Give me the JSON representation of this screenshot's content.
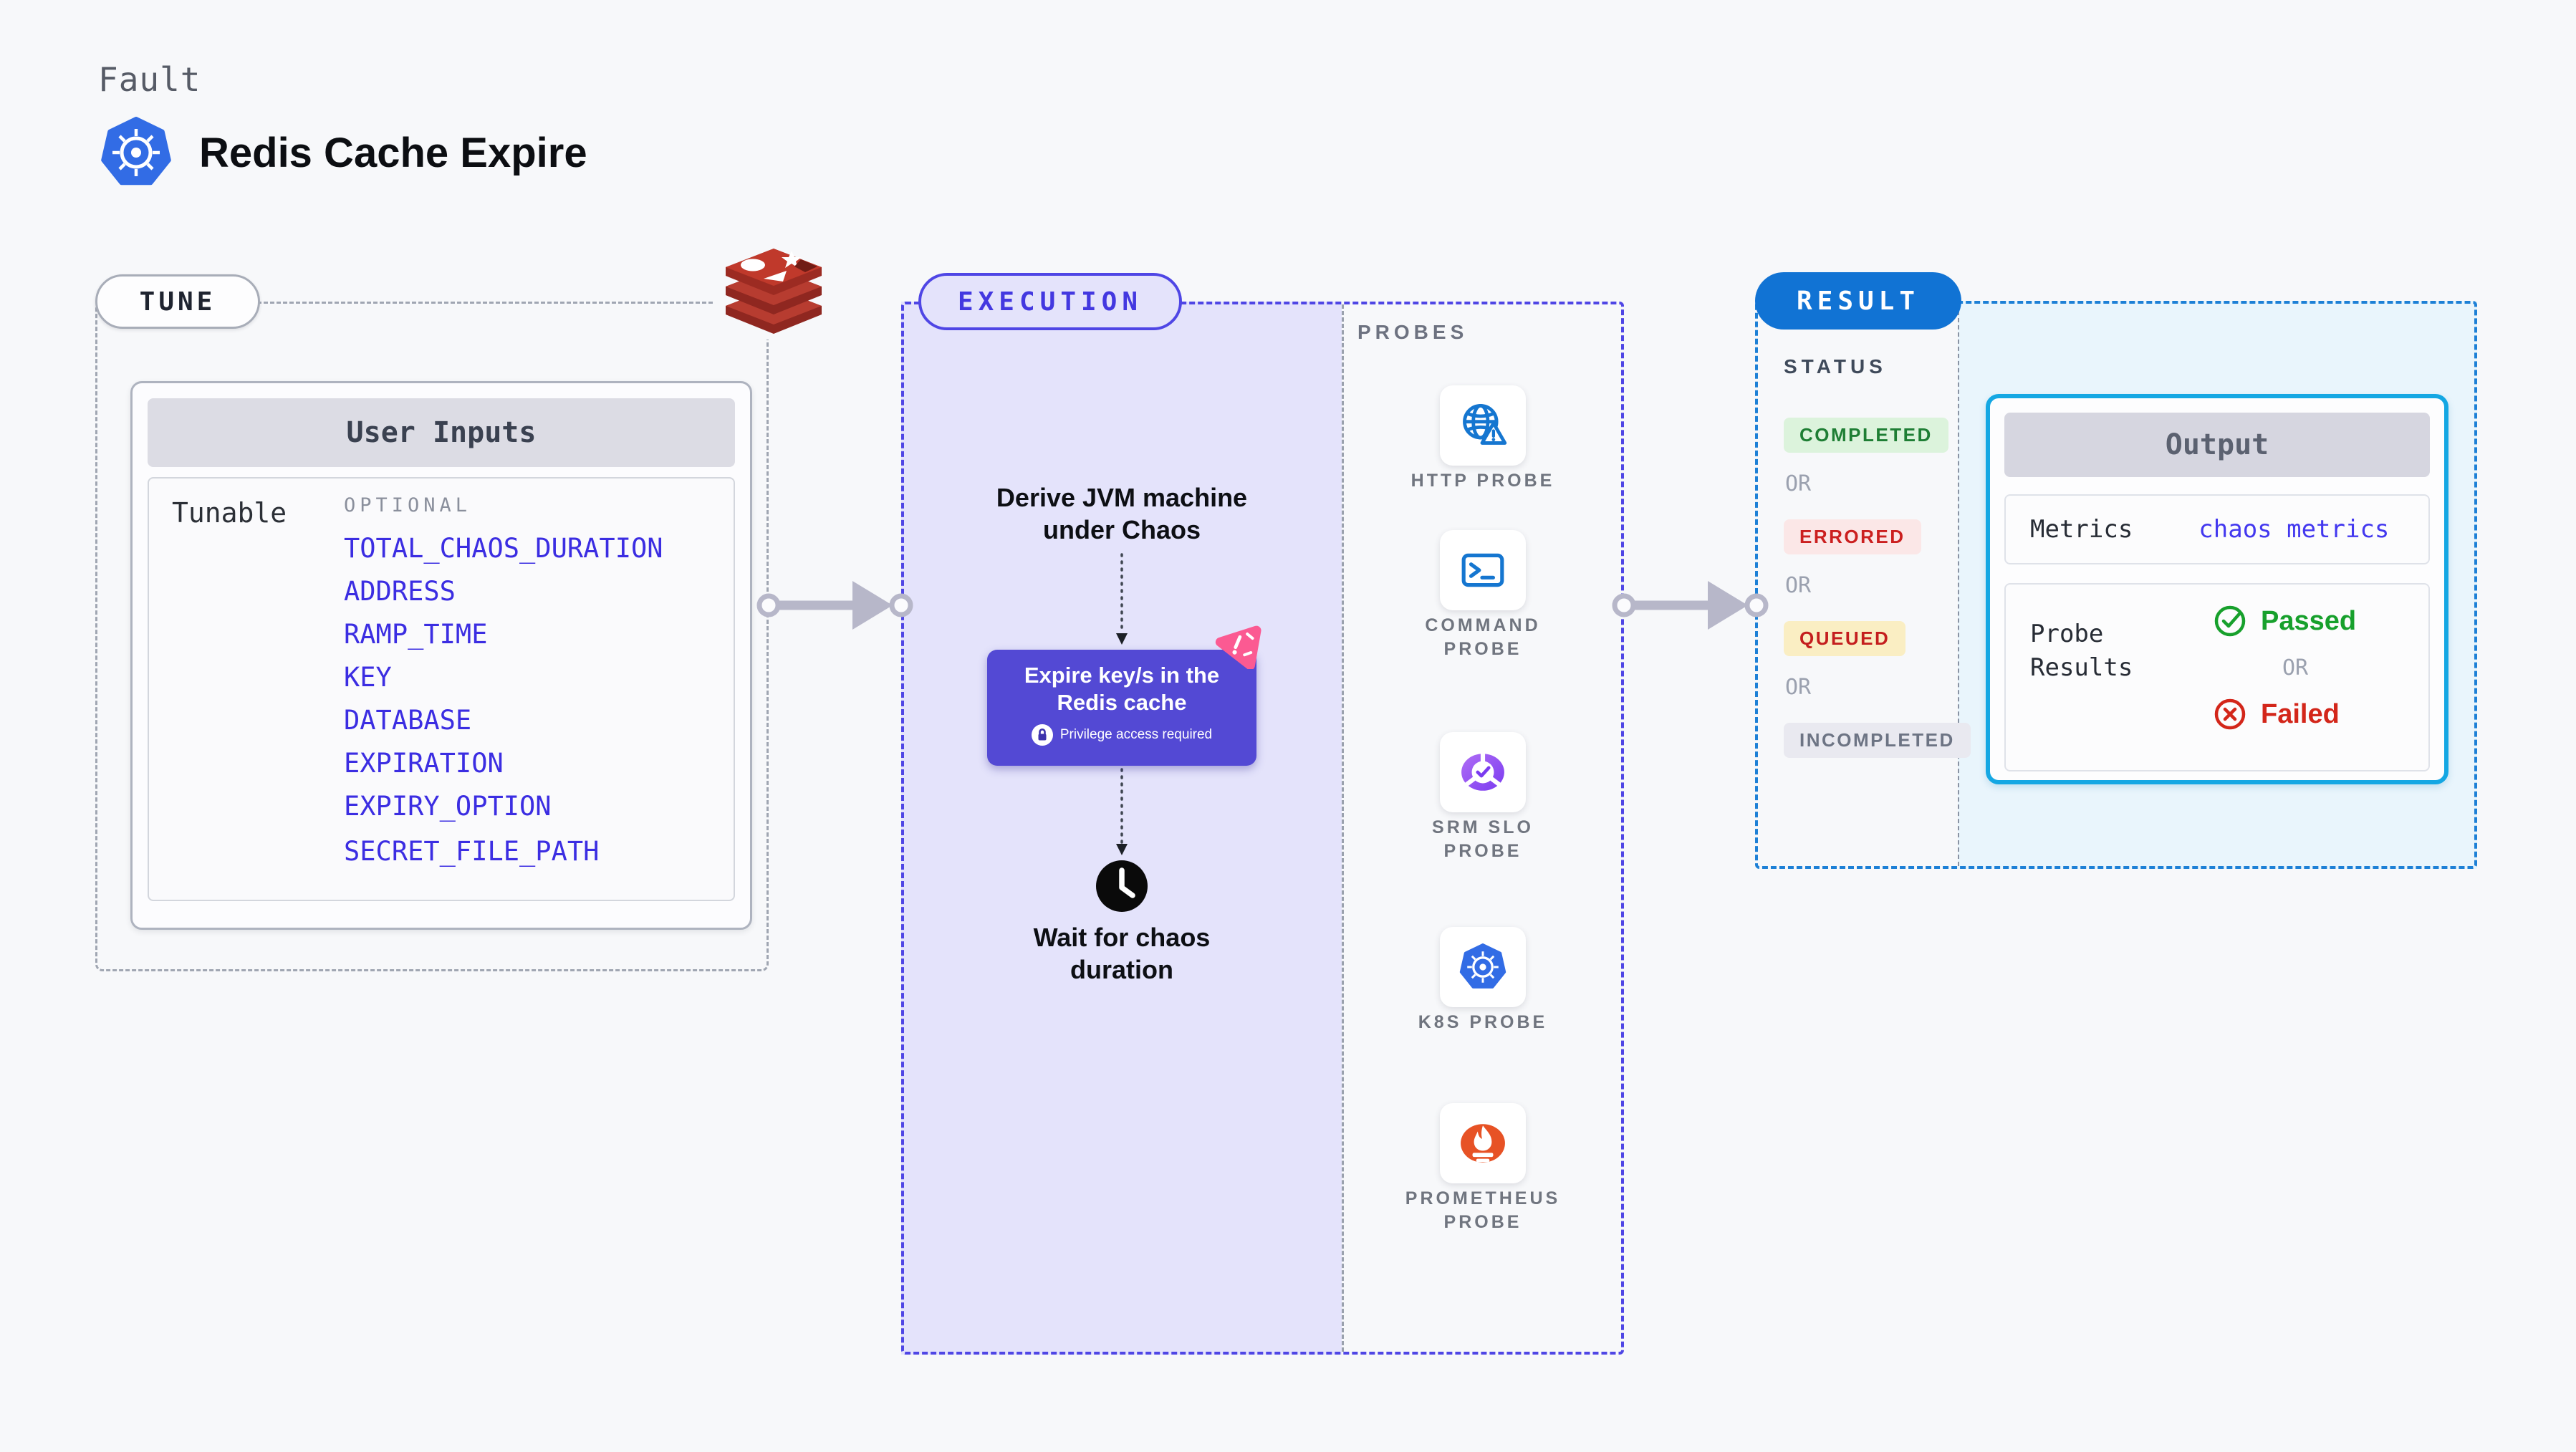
{
  "colors": {
    "page_bg": "#f7f8fa",
    "execution_accent": "#4f46e5",
    "execution_fill": "#e4e3fb",
    "result_accent": "#1173d4",
    "output_border": "#14a7e3",
    "output_fill": "#e9f5fc",
    "chaos_box": "#5349d4",
    "input_link": "#3b2de2",
    "completed": "#1e7e34",
    "errored": "#cb1f1f",
    "queued": "#c41e1e",
    "incompleted": "#6d7484",
    "passed": "#17a02c",
    "failed": "#d3261a"
  },
  "header": {
    "kicker": "Fault",
    "title": "Redis Cache Expire"
  },
  "tune": {
    "badge": "TUNE",
    "card_title": "User Inputs",
    "row_label": "Tunable",
    "group_label": "OPTIONAL",
    "inputs": [
      "TOTAL_CHAOS_DURATION",
      "ADDRESS",
      "RAMP_TIME",
      "KEY",
      "DATABASE",
      "EXPIRATION",
      "EXPIRY_OPTION",
      "SECRET_FILE_PATH"
    ]
  },
  "execution": {
    "badge": "EXECUTION",
    "step_derive_line1": "Derive JVM machine",
    "step_derive_line2": "under Chaos",
    "chaos_title_line1": "Expire key/s in the",
    "chaos_title_line2": "Redis cache",
    "chaos_note": "Privilege access required",
    "step_wait_line1": "Wait for chaos",
    "step_wait_line2": "duration"
  },
  "probes": {
    "label": "PROBES",
    "items": [
      {
        "label": "HTTP PROBE",
        "icon": "http-probe-icon"
      },
      {
        "label": "COMMAND PROBE",
        "icon": "command-probe-icon"
      },
      {
        "label": "SRM SLO PROBE",
        "icon": "srm-slo-probe-icon"
      },
      {
        "label": "K8S PROBE",
        "icon": "k8s-probe-icon"
      },
      {
        "label": "PROMETHEUS PROBE",
        "icon": "prometheus-probe-icon"
      }
    ]
  },
  "result": {
    "badge": "RESULT",
    "status_label": "STATUS",
    "or_label": "OR",
    "statuses": [
      {
        "label": "COMPLETED"
      },
      {
        "label": "ERRORED"
      },
      {
        "label": "QUEUED"
      },
      {
        "label": "INCOMPLETED"
      }
    ],
    "output": {
      "title": "Output",
      "metrics_label": "Metrics",
      "metrics_value": "chaos metrics",
      "probe_results_line1": "Probe",
      "probe_results_line2": "Results",
      "passed_label": "Passed",
      "failed_label": "Failed"
    }
  }
}
